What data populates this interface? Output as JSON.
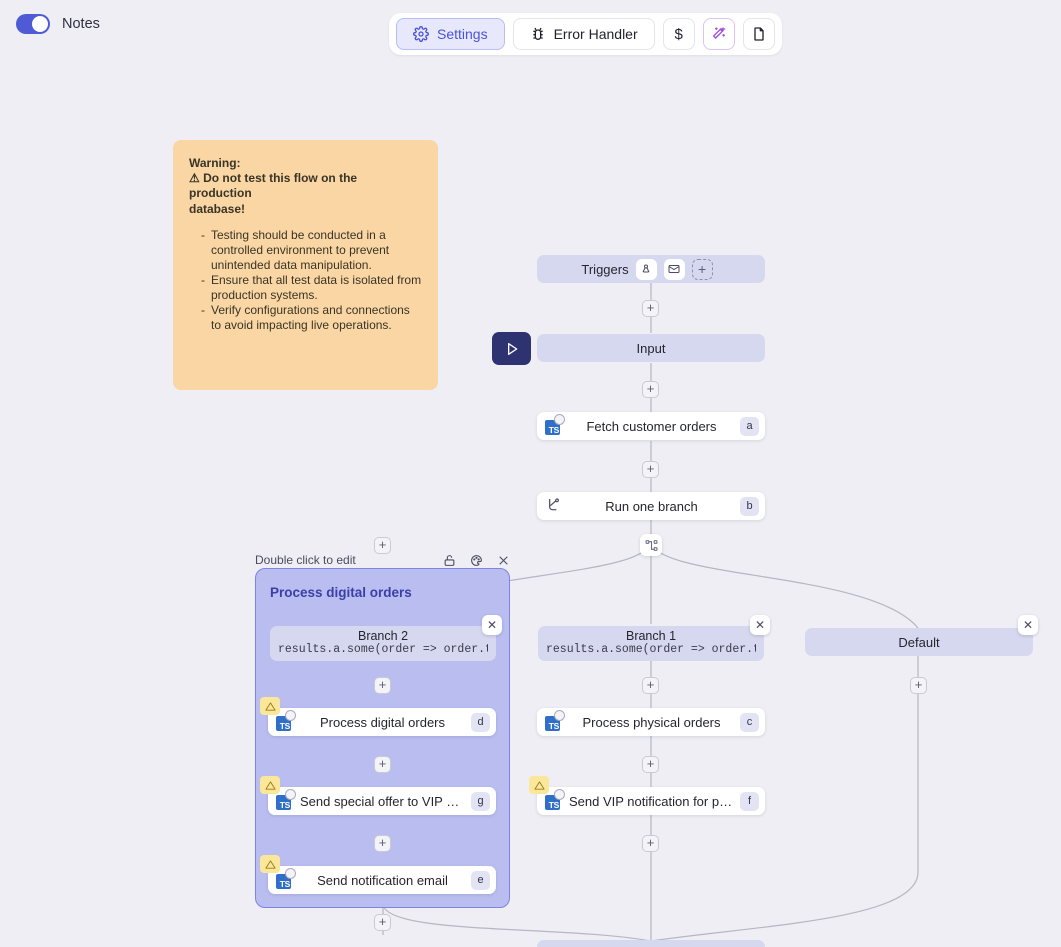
{
  "topbar": {
    "notes_label": "Notes",
    "notes_toggle_state": "on",
    "buttons": [
      {
        "label": "Settings",
        "icon": "gear-icon",
        "active": true
      },
      {
        "label": "Error Handler",
        "icon": "bug-icon",
        "active": false
      },
      {
        "label": "$",
        "icon": "dollar-icon",
        "active": false
      },
      {
        "label": "",
        "icon": "magic-wand-icon",
        "active": false
      },
      {
        "label": "",
        "icon": "document-icon",
        "active": false
      }
    ]
  },
  "note": {
    "heading_line1": "Warning:",
    "heading_line2": "⚠ Do not test this flow on the production",
    "heading_line3": "database!",
    "bullets": [
      "Testing should be conducted in a controlled environment to prevent unintended data manipulation.",
      "Ensure that all test data is isolated from production systems.",
      "Verify configurations and connections to avoid impacting live operations."
    ],
    "color": "#f9d6a4"
  },
  "group": {
    "hint": "Double click to edit",
    "title": "Process digital orders",
    "icons": [
      "unlock-icon",
      "palette-icon",
      "close-icon"
    ],
    "color": "#b9bdf0"
  },
  "flow": {
    "triggers": {
      "label": "Triggers",
      "icons": [
        "webhook-icon",
        "email-icon"
      ],
      "add_label": "+"
    },
    "input": {
      "label": "Input"
    },
    "nodes": [
      {
        "label": "Fetch customer orders",
        "badge": "a",
        "icon": "typescript-icon",
        "warning": false
      },
      {
        "label": "Run one branch",
        "badge": "b",
        "icon": "branch-icon",
        "warning": false
      },
      {
        "label": "Process physical orders",
        "badge": "c",
        "icon": "typescript-icon",
        "warning": false
      },
      {
        "label": "Send VIP notification for physical...",
        "badge": "f",
        "icon": "typescript-icon",
        "warning": true
      },
      {
        "label": "Process digital orders",
        "badge": "d",
        "icon": "typescript-icon",
        "warning": true
      },
      {
        "label": "Send special offer to VIP digital c...",
        "badge": "g",
        "icon": "typescript-icon",
        "warning": true
      },
      {
        "label": "Send notification email",
        "badge": "e",
        "icon": "typescript-icon",
        "warning": true
      }
    ],
    "branches": [
      {
        "title": "Branch 2",
        "expression": "results.a.some(order => order.type"
      },
      {
        "title": "Branch 1",
        "expression": "results.a.some(order => order.type"
      },
      {
        "title": "Default",
        "expression": ""
      }
    ],
    "add_label": "+",
    "close_label": "✕"
  },
  "colors": {
    "canvas": "#eeeef4",
    "accent": "#4f5bd5",
    "node_pill": "#d6d8ef",
    "group": "#b9bdf0",
    "play": "#2e3270",
    "note": "#f9d6a4"
  }
}
